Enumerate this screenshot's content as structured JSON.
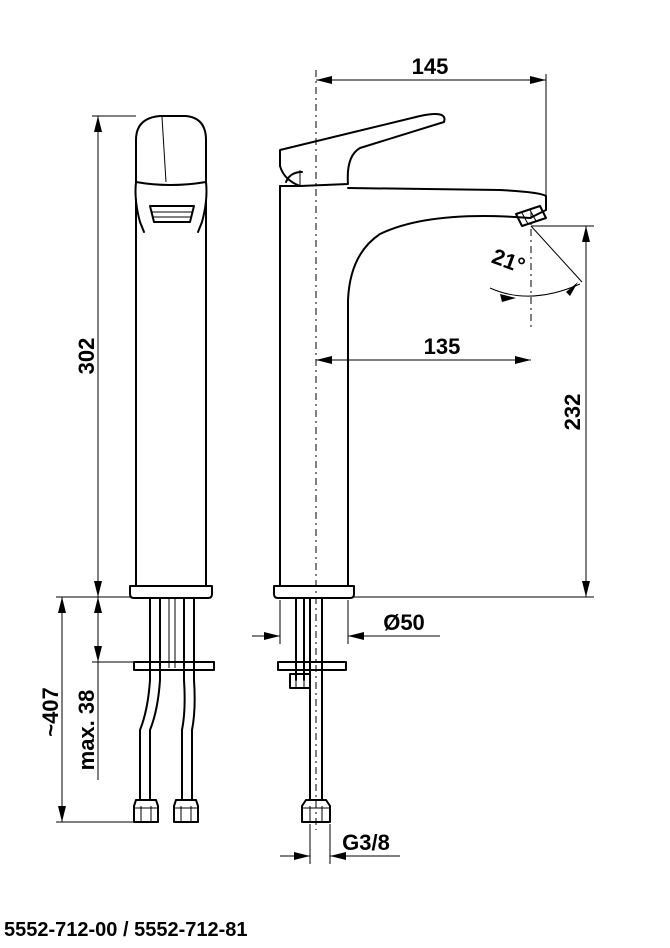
{
  "dimensions": {
    "overall_reach": "145",
    "spout_reach": "135",
    "total_height": "302",
    "spout_height": "232",
    "spout_angle": "21°",
    "base_diameter": "Ø50",
    "hose_length": "~407",
    "max_deck_thickness": "max. 38",
    "connection_thread": "G3/8"
  },
  "caption": "5552-712-00 / 5552-712-81"
}
